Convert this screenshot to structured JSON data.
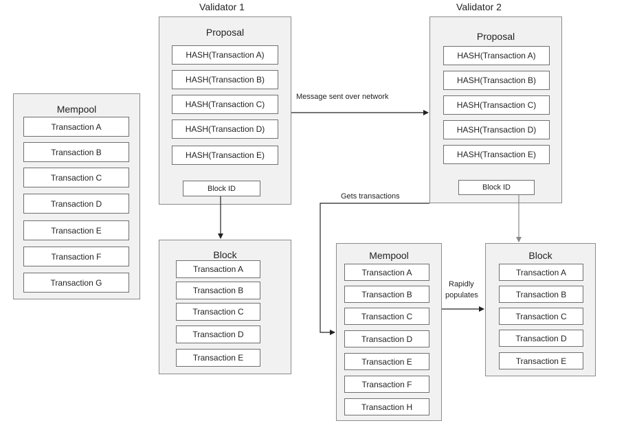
{
  "validator1": {
    "title": "Validator 1",
    "proposal": {
      "title": "Proposal",
      "hashes": [
        "HASH(Transaction A)",
        "HASH(Transaction B)",
        "HASH(Transaction C)",
        "HASH(Transaction D)",
        "HASH(Transaction E)"
      ],
      "block_id": "Block ID"
    },
    "block": {
      "title": "Block",
      "transactions": [
        "Transaction A",
        "Transaction B",
        "Transaction C",
        "Transaction D",
        "Transaction E"
      ]
    }
  },
  "validator2": {
    "title": "Validator 2",
    "proposal": {
      "title": "Proposal",
      "hashes": [
        "HASH(Transaction A)",
        "HASH(Transaction B)",
        "HASH(Transaction C)",
        "HASH(Transaction D)",
        "HASH(Transaction E)"
      ],
      "block_id": "Block ID"
    },
    "mempool": {
      "title": "Mempool",
      "transactions": [
        "Transaction A",
        "Transaction B",
        "Transaction C",
        "Transaction D",
        "Transaction E",
        "Transaction F",
        "Transaction H"
      ]
    },
    "block": {
      "title": "Block",
      "transactions": [
        "Transaction A",
        "Transaction B",
        "Transaction C",
        "Transaction D",
        "Transaction E"
      ]
    }
  },
  "left_mempool": {
    "title": "Mempool",
    "transactions": [
      "Transaction A",
      "Transaction B",
      "Transaction C",
      "Transaction D",
      "Transaction E",
      "Transaction F",
      "Transaction G"
    ]
  },
  "edges": {
    "message": "Message sent over network",
    "gets": "Gets transactions",
    "rapidly_1": "Rapidly",
    "rapidly_2": "populates"
  }
}
